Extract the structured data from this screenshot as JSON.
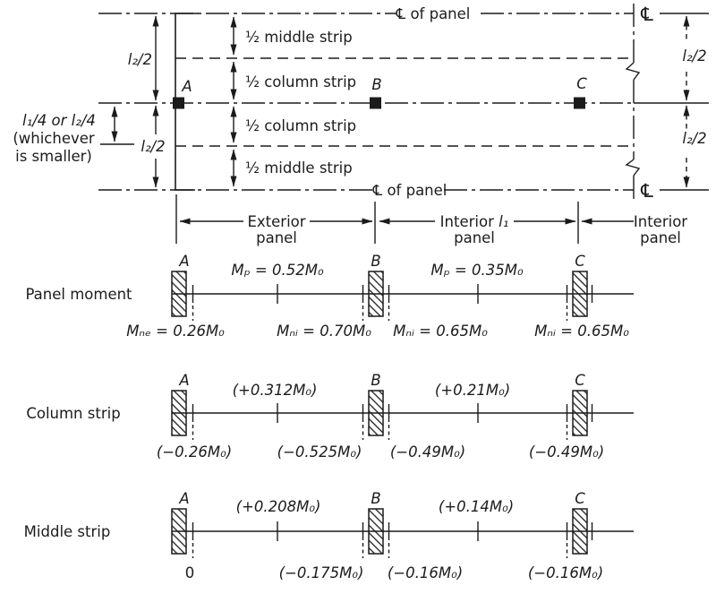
{
  "figure": {
    "background": "#ffffff",
    "ink": "#1c1c1c"
  },
  "points": {
    "a": "A",
    "b": "B",
    "c": "C"
  },
  "plan": {
    "cl_of_panel_top": "℄ of panel",
    "cl_of_panel_bottom": "℄ of panel",
    "cl_symbol_top_right": "℄",
    "cl_symbol_bottom_right": "℄",
    "dim_l2_half_top_left": "l₂/2",
    "dim_l2_half_bottom_left": "l₂/2",
    "dim_l2_half_top_right": "l₂/2",
    "dim_l2_half_bottom_right": "l₂/2",
    "smaller_note": [
      "l₁/4 or l₂/4",
      "(whichever",
      "is smaller)"
    ],
    "strip_labels": [
      "½ middle strip",
      "½ column strip",
      "½ column strip",
      "½ middle strip"
    ],
    "span_labels": {
      "exterior": [
        "Exterior",
        "panel"
      ],
      "interior_l1_prefix": "Interior ",
      "interior_l1_var": "l₁",
      "interior_l1_line2": "panel",
      "interior": [
        "Interior",
        "panel"
      ]
    }
  },
  "rows": [
    {
      "label": "Panel moment",
      "above": [
        "Mₚ = 0.52M₀",
        "Mₚ = 0.35M₀"
      ],
      "below": [
        "Mₙₑ = 0.26M₀",
        "Mₙᵢ = 0.70M₀",
        "Mₙᵢ = 0.65M₀",
        "Mₙᵢ = 0.65M₀"
      ]
    },
    {
      "label": "Column strip",
      "above": [
        "(+0.312M₀)",
        "(+0.21M₀)"
      ],
      "below": [
        "(−0.26M₀)",
        "(−0.525M₀)",
        "(−0.49M₀)",
        "(−0.49M₀)"
      ]
    },
    {
      "label": "Middle strip",
      "above": [
        "(+0.208M₀)",
        "(+0.14M₀)"
      ],
      "below": [
        "0",
        "(−0.175M₀)",
        "(−0.16M₀)",
        "(−0.16M₀)"
      ]
    }
  ]
}
